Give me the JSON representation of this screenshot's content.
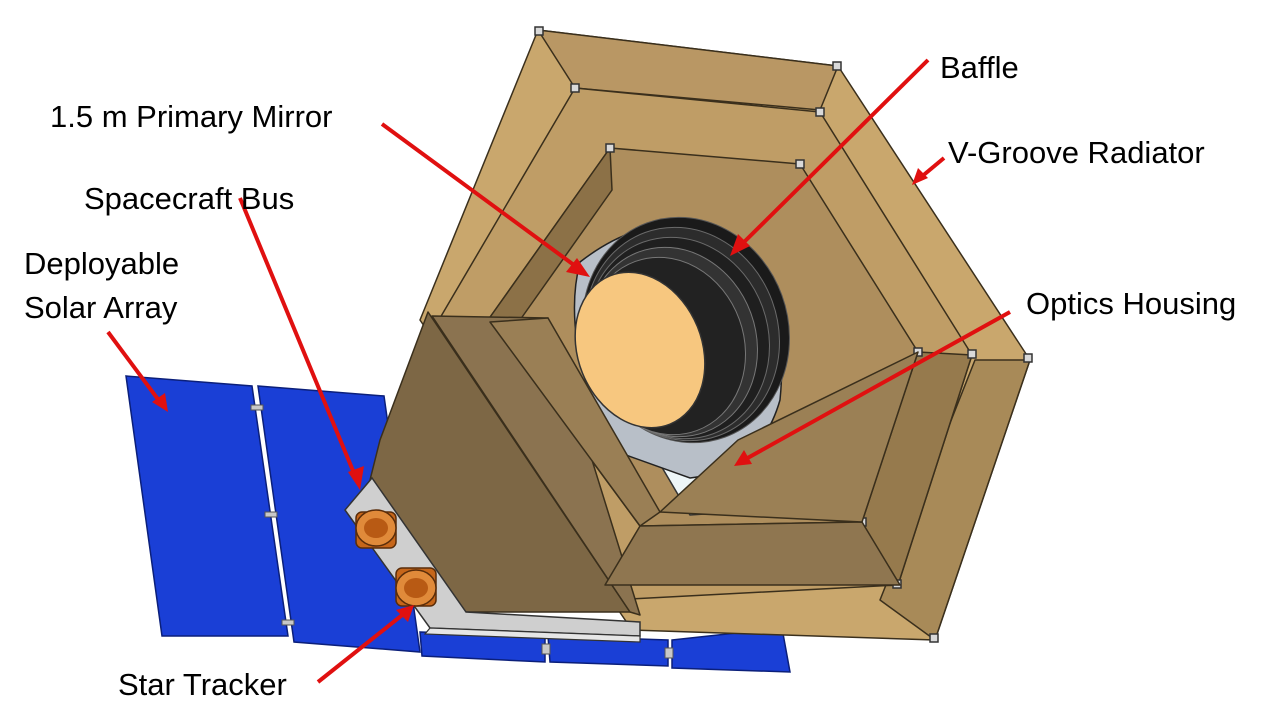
{
  "labels": {
    "primary_mirror": "1.5 m Primary Mirror",
    "baffle": "Baffle",
    "v_groove": "V-Groove Radiator",
    "spacecraft_bus": "Spacecraft Bus",
    "solar_array_line1": "Deployable",
    "solar_array_line2": "Solar Array",
    "optics_housing": "Optics Housing",
    "star_tracker": "Star Tracker"
  },
  "colors": {
    "arrow": "#e01010",
    "solar_panel": "#1a3fd6",
    "radiator_light": "#c8a46a",
    "radiator_mid": "#a7895a",
    "radiator_dark": "#7a6543",
    "mirror": "#f7c77f",
    "star_tracker": "#d2741e"
  }
}
